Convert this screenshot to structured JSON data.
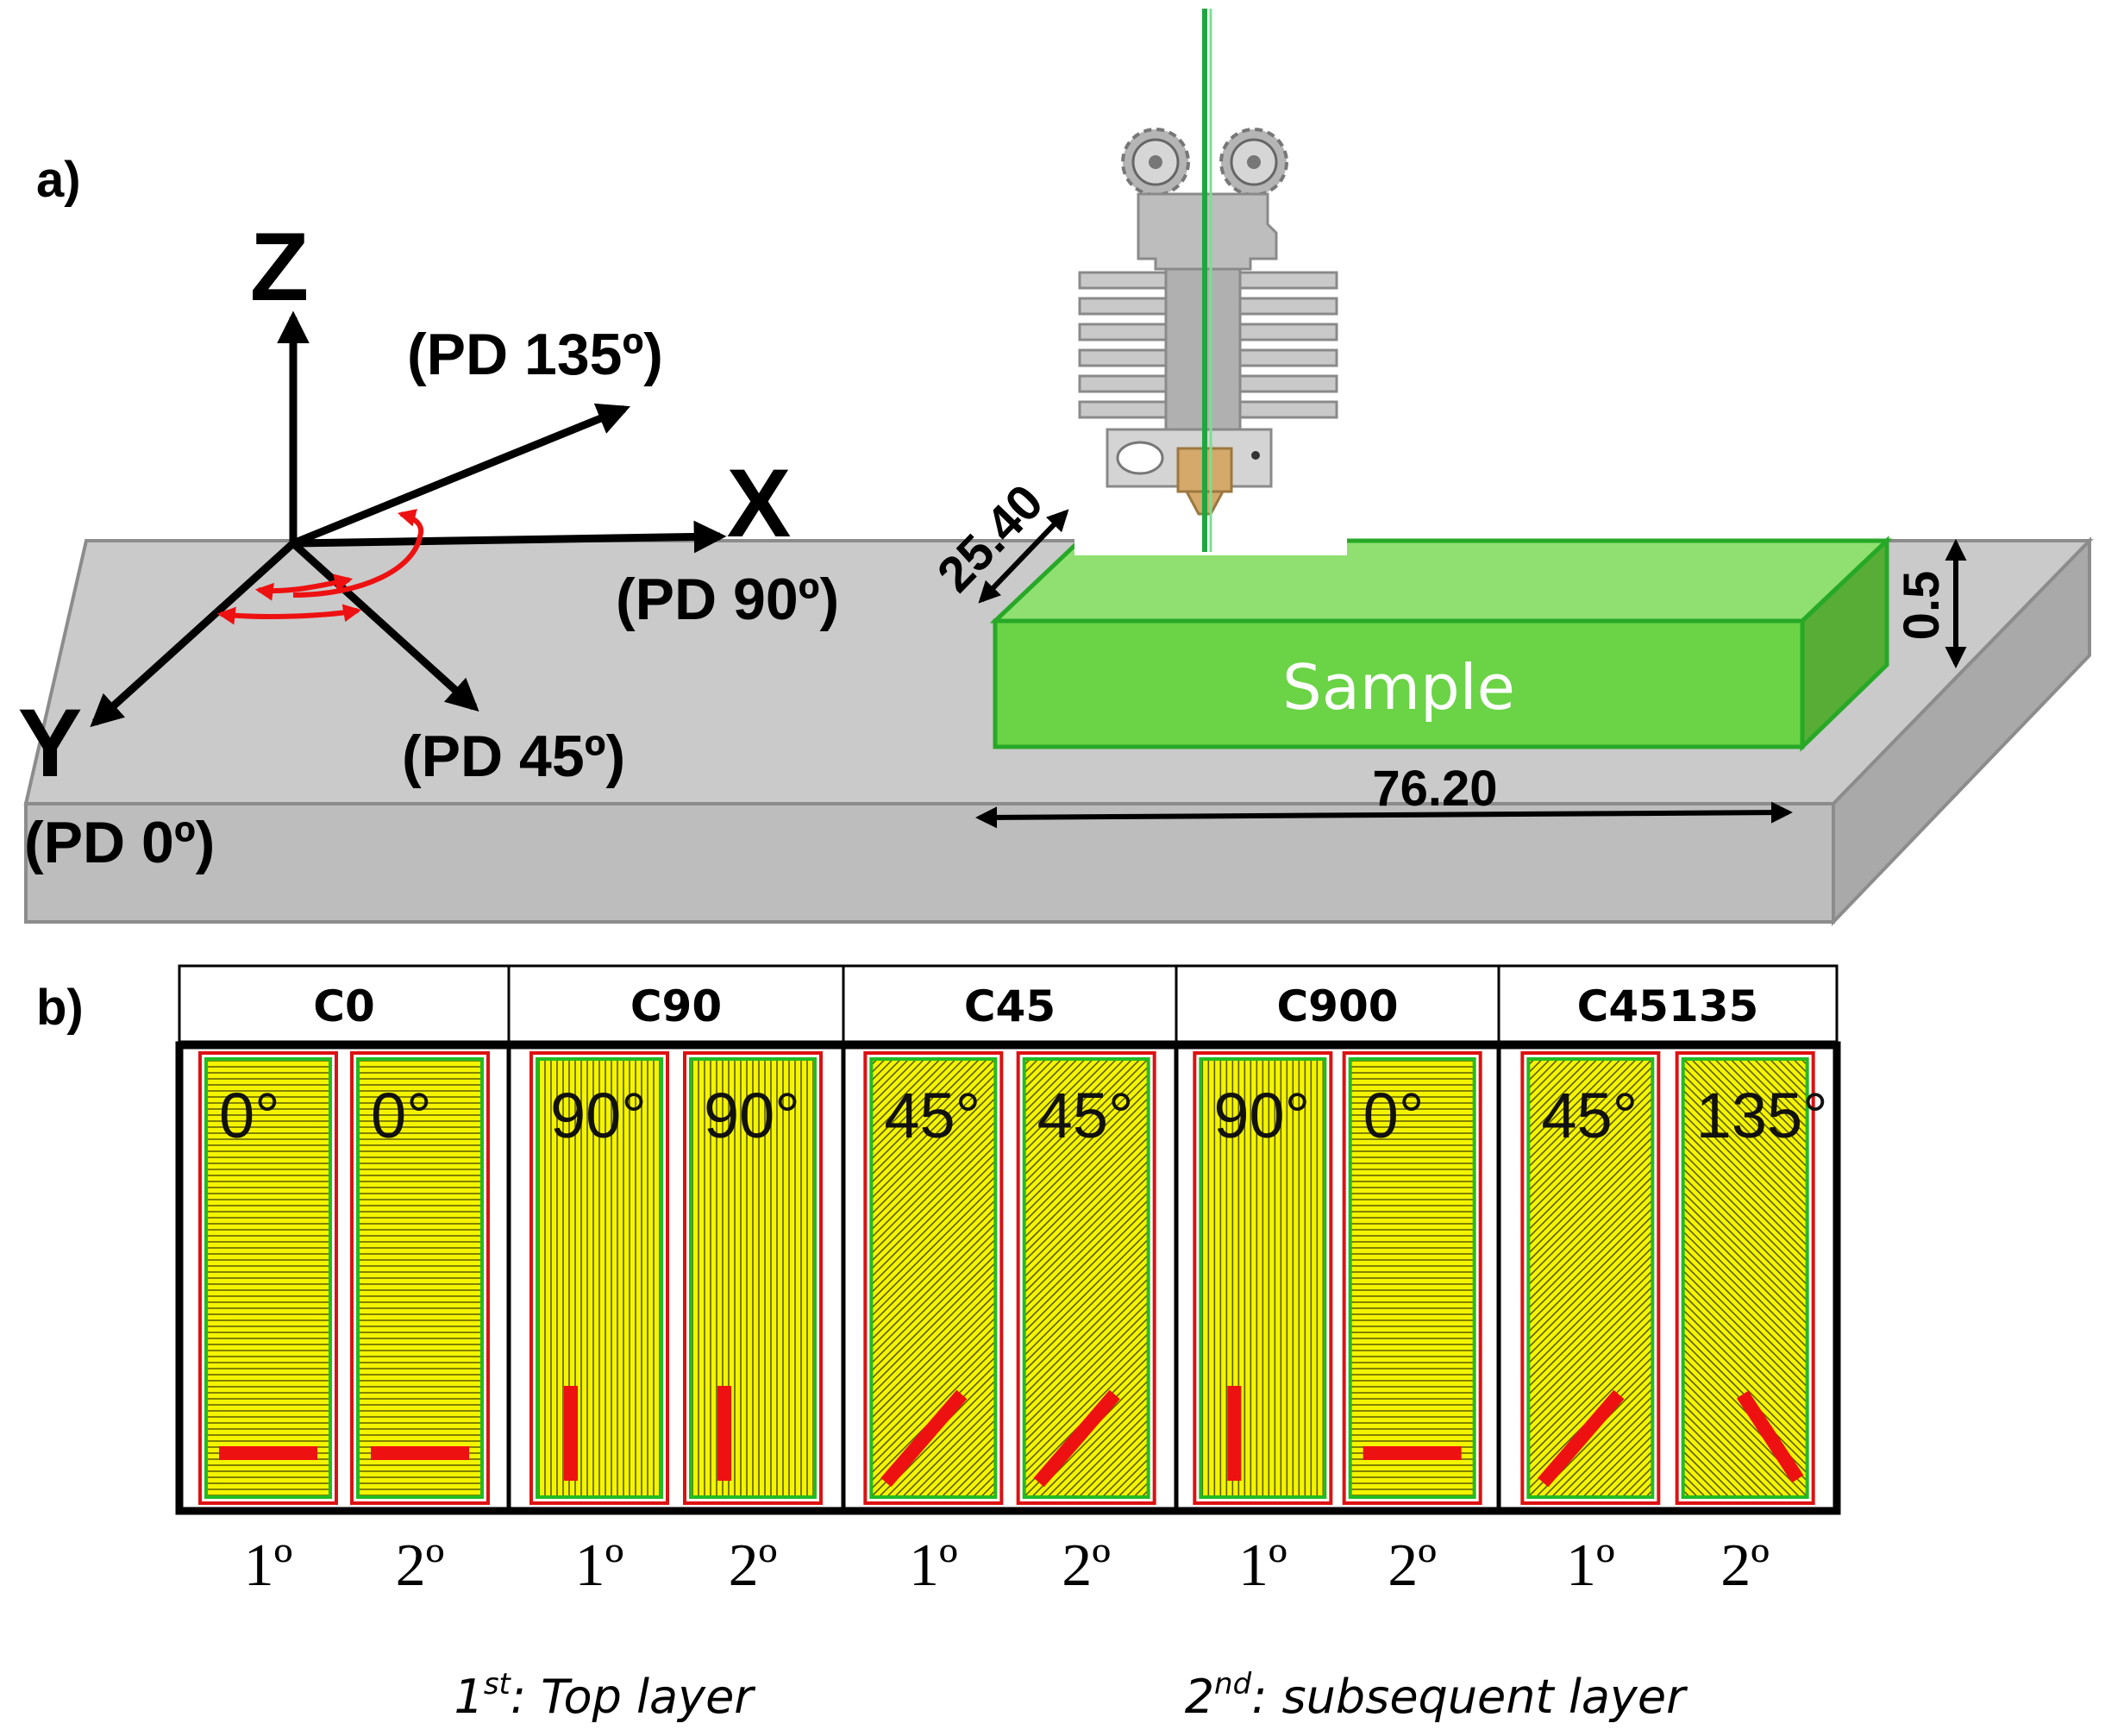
{
  "panel_a": {
    "label": "a)",
    "axes": {
      "z": "Z",
      "x": "X",
      "y": "Y"
    },
    "directions": {
      "pd135": "(PD 135º)",
      "pd90": "(PD 90º)",
      "pd45": "(PD 45º)",
      "pd0": "(PD 0º)"
    },
    "sample_label": "Sample",
    "dimensions": {
      "width": "25.40",
      "length": "76.20",
      "thickness": "0.5"
    },
    "colors": {
      "sample": "#6ad346",
      "sample_top": "#8fe070",
      "sample_side": "#57ad36",
      "bed": "#c8c8c8",
      "arrow_rotation": "#ee1111"
    }
  },
  "panel_b": {
    "label": "b)",
    "configs": [
      {
        "name": "C0",
        "layers": [
          {
            "angle_label": "0°",
            "deg": 0
          },
          {
            "angle_label": "0°",
            "deg": 0
          }
        ]
      },
      {
        "name": "C90",
        "layers": [
          {
            "angle_label": "90°",
            "deg": 90
          },
          {
            "angle_label": "90°",
            "deg": 90
          }
        ]
      },
      {
        "name": "C45",
        "layers": [
          {
            "angle_label": "45°",
            "deg": 45
          },
          {
            "angle_label": "45°",
            "deg": 45
          }
        ]
      },
      {
        "name": "C900",
        "layers": [
          {
            "angle_label": "90°",
            "deg": 90
          },
          {
            "angle_label": "0°",
            "deg": 0
          }
        ]
      },
      {
        "name": "C45135",
        "layers": [
          {
            "angle_label": "45°",
            "deg": 45
          },
          {
            "angle_label": "135°",
            "deg": 135
          }
        ]
      }
    ],
    "order_labels": [
      "1º",
      "2º"
    ],
    "caption_first_prefix": "1",
    "caption_first_sup": "st",
    "caption_first_text": ": Top layer",
    "caption_second_prefix": "2",
    "caption_second_sup": "nd",
    "caption_second_text": ": subsequent layer",
    "colors": {
      "fill": "#f4f400",
      "line": "#2a2a00",
      "green_border": "#22bb22",
      "red_border": "#dd1111",
      "indicator": "#ee1111"
    }
  }
}
